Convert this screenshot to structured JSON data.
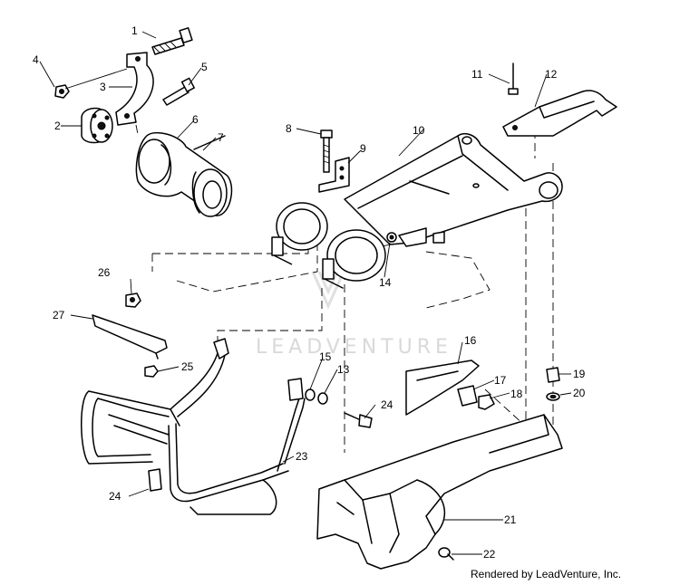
{
  "diagram": {
    "callouts": [
      "1",
      "2",
      "3",
      "4",
      "5",
      "6",
      "7",
      "8",
      "9",
      "10",
      "11",
      "12",
      "13",
      "14",
      "15",
      "16",
      "17",
      "18",
      "19",
      "20",
      "21",
      "22",
      "23",
      "24",
      "24",
      "25",
      "26",
      "27"
    ],
    "watermark": "LEADVENTURE",
    "footer": "Rendered by LeadVenture, Inc."
  },
  "colors": {
    "line": "#000000",
    "background": "#ffffff",
    "watermark": "#d9d9d9"
  }
}
